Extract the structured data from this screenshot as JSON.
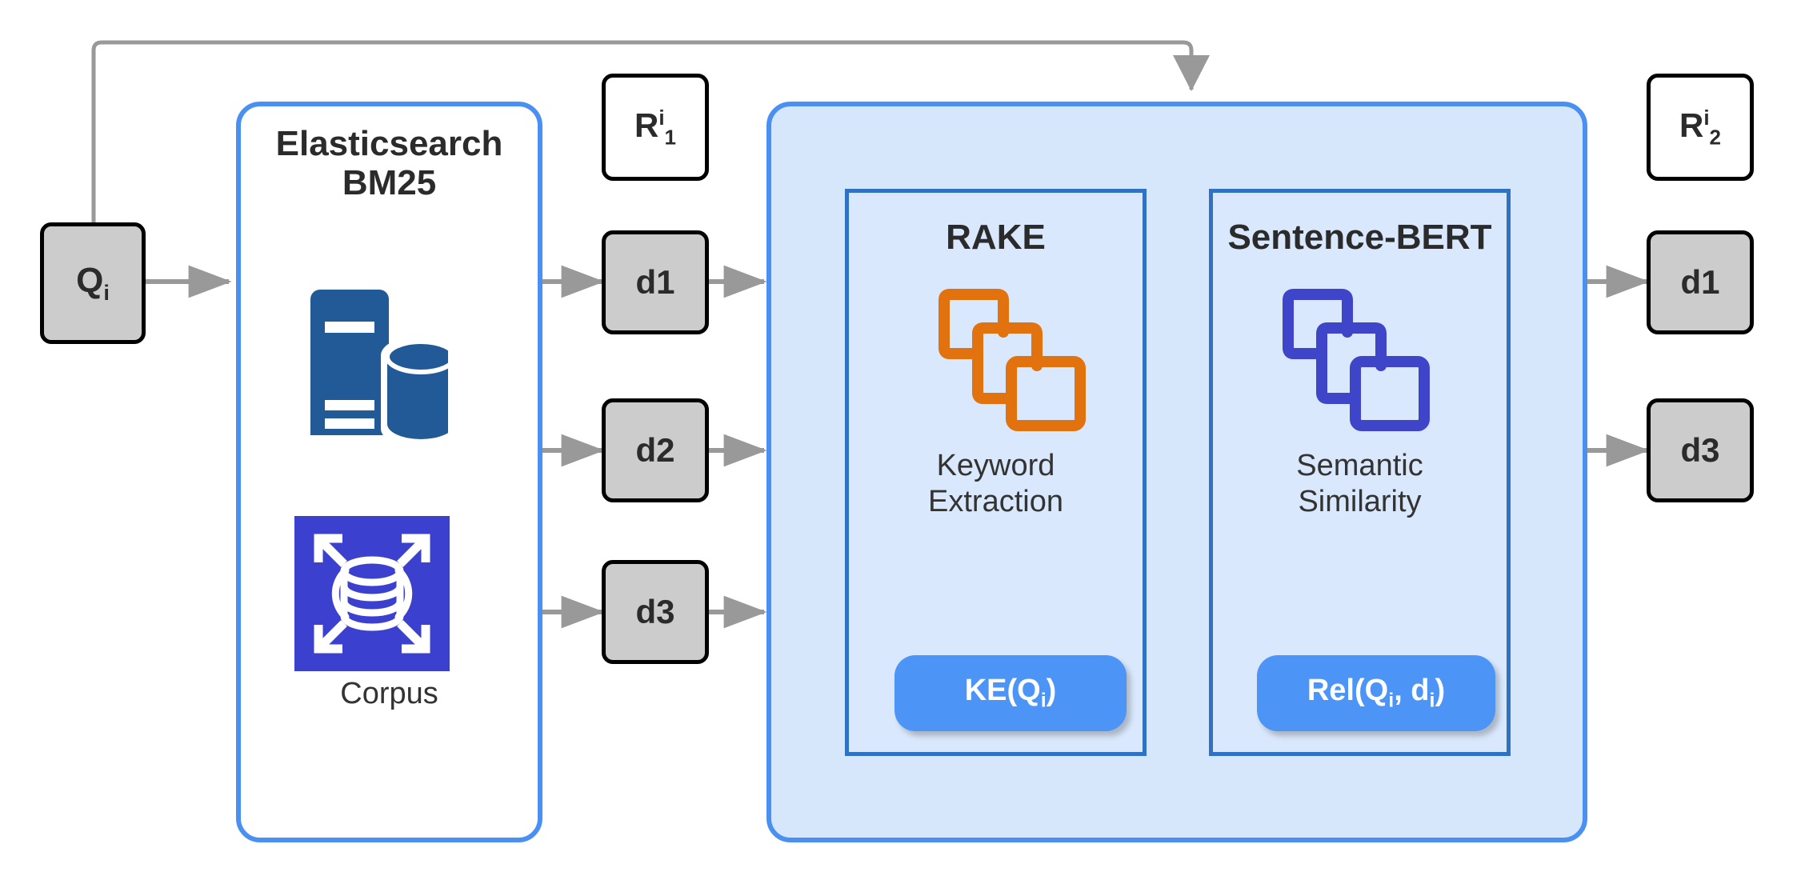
{
  "diagram": {
    "title": "Two-stage retrieval and re-ranking pipeline",
    "colors": {
      "panel_border": "#4a90f2",
      "panel_fill": "#d7e7fb",
      "subpanel_border": "#2f72c4",
      "subpanel_fill": "#d9e8fc",
      "node_fill": "#cccccc",
      "node_border": "#000000",
      "pill_fill": "#4d94f7",
      "arrow": "#999999",
      "rake_icon": "#e2720e",
      "bert_icon": "#3f45c8",
      "server_icon": "#215a96",
      "corpus_icon": "#3b40cf"
    }
  },
  "query": {
    "label_base": "Q",
    "label_sub": "i",
    "name": "query-node"
  },
  "elasticsearch": {
    "title_line1": "Elasticsearch",
    "title_line2": "BM25",
    "server_icon_name": "server-database-icon",
    "corpus_icon_name": "corpus-expand-icon",
    "corpus_caption": "Corpus"
  },
  "stage1": {
    "ranking_label_base": "R",
    "ranking_label_sup": "i",
    "ranking_label_sub": "1",
    "documents": [
      {
        "label": "d1"
      },
      {
        "label": "d2"
      },
      {
        "label": "d3"
      }
    ]
  },
  "pipeline": {
    "rake": {
      "title": "RAKE",
      "icon_name": "stacked-squares-icon",
      "caption_line1": "Keyword",
      "caption_line2": "Extraction",
      "pill_base": "KE(Q",
      "pill_sub": "i",
      "pill_tail": ")"
    },
    "sbert": {
      "title": "Sentence-BERT",
      "icon_name": "stacked-squares-icon",
      "caption_line1": "Semantic",
      "caption_line2": "Similarity",
      "pill_base": "Rel(Q",
      "pill_sub1": "i",
      "pill_mid": ", d",
      "pill_sub2": "i",
      "pill_tail": ")"
    }
  },
  "stage2": {
    "ranking_label_base": "R",
    "ranking_label_sup": "i",
    "ranking_label_sub": "2",
    "documents": [
      {
        "label": "d1"
      },
      {
        "label": "d3"
      }
    ]
  }
}
